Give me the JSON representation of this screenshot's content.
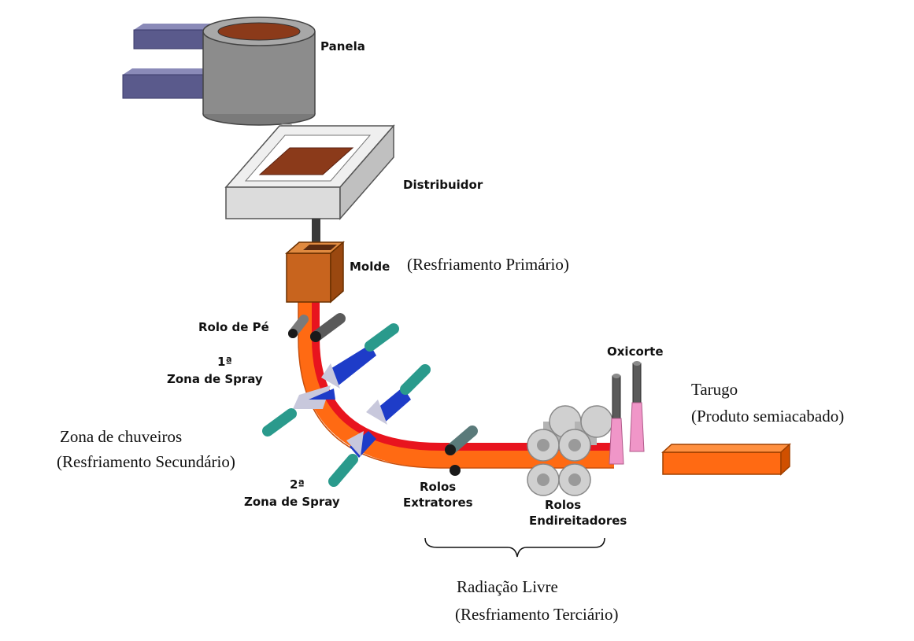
{
  "labels": {
    "panela": "Panela",
    "distribuidor": "Distribuidor",
    "molde": "Molde",
    "resfriamento_primario": "(Resfriamento Primário)",
    "rolo_de_pe": "Rolo de Pé",
    "primeira_zona_num": "1ª",
    "primeira_zona": "Zona de Spray",
    "segunda_zona_num": "2ª",
    "segunda_zona": "Zona de Spray",
    "zona_chuveiros": "Zona de chuveiros",
    "resfriamento_secundario": "(Resfriamento Secundário)",
    "rolos_extratores_1": "Rolos",
    "rolos_extratores_2": "Extratores",
    "rolos_endireitadores_1": "Rolos",
    "rolos_endireitadores_2": "Endireitadores",
    "oxicorte": "Oxicorte",
    "tarugo": "Tarugo",
    "produto_semiacabado": "(Produto semiacabado)",
    "radiacao_livre": "Radiação Livre",
    "resfriamento_terciario": "(Resfriamento Terciário)"
  },
  "colors": {
    "ladle_body": "#8c8c8c",
    "ladle_handle": "#5a5a8c",
    "molten_steel": "#8b3a1a",
    "mold": "#c8641e",
    "strand_outer": "#ff6a13",
    "strand_core": "#e8141e",
    "spray_nozzle": "#2a9a8c",
    "spray_water": "#1e3cc8",
    "torch": "#f096c8",
    "product": "#ff6a13"
  }
}
